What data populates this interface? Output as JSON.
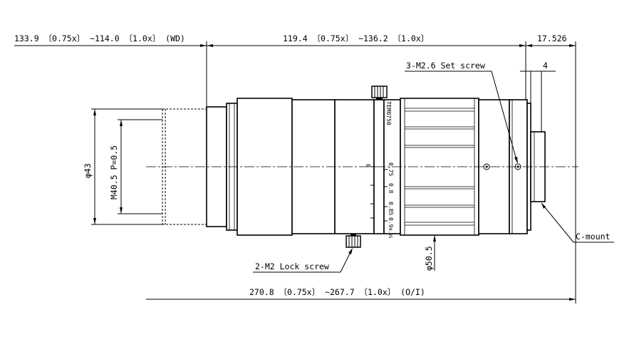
{
  "dimensions": {
    "working_distance": "133.9 〔0.75x〕 ~114.0 〔1.0x〕 (WD)",
    "lens_length": "119.4 〔0.75x〕 ~136.2 〔1.0x〕",
    "flange": "17.526",
    "mount_depth": "4",
    "object_to_image": "270.8 〔0.75x〕 ~267.7 〔1.0x〕 (O/I)",
    "diameter_front": "φ43",
    "filter_thread": "M40.5 P=0.5",
    "diameter_body": "φ50.5"
  },
  "callouts": {
    "set_screw": "3-M2.6 Set screw",
    "lock_screw": "2-M2 Lock screw",
    "mount": "C-mount"
  },
  "scale_marks": {
    "ring_top": "TEM0750",
    "focus_zero": "0",
    "magnifications": [
      "0.75",
      "0.8",
      "0.85",
      "0.9",
      "0.95"
    ]
  }
}
